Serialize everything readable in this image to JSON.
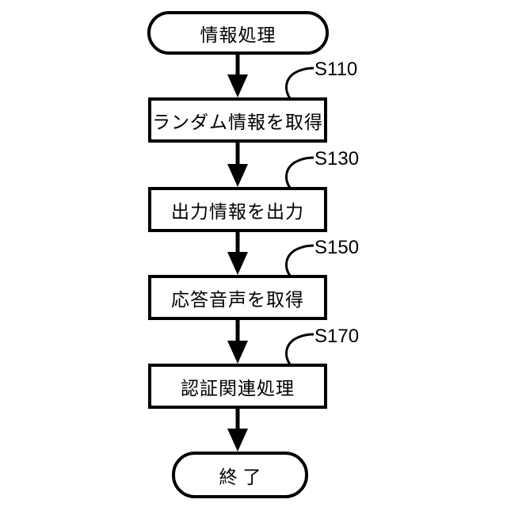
{
  "diagram": {
    "type": "flowchart",
    "background_color": "#ffffff",
    "stroke_color": "#000000",
    "start": {
      "label": "情報処理"
    },
    "steps": [
      {
        "id": "S110",
        "label": "ランダム情報を取得"
      },
      {
        "id": "S130",
        "label": "出力情報を出力"
      },
      {
        "id": "S150",
        "label": "応答音声を取得"
      },
      {
        "id": "S170",
        "label": "認証関連処理"
      }
    ],
    "end": {
      "label": "終了"
    }
  }
}
